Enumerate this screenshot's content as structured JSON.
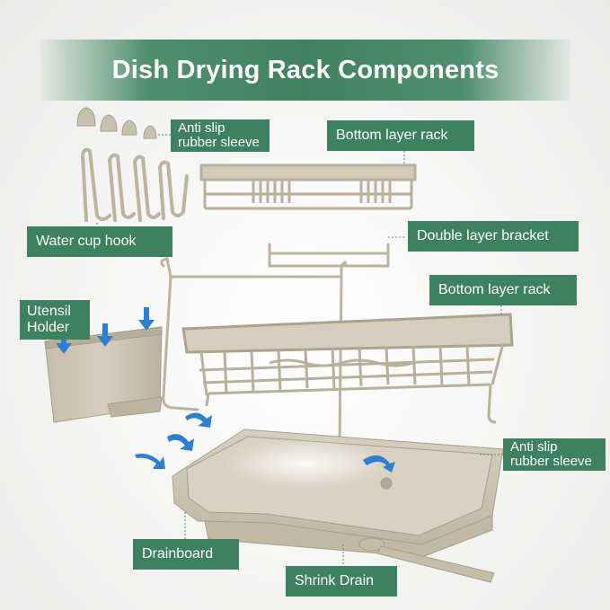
{
  "title": "Dish Drying Rack Components",
  "labels": {
    "anti_slip_top": [
      "Anti slip",
      "rubber sleeve"
    ],
    "bottom_rack_top": "Bottom layer rack",
    "water_cup_hook": "Water cup hook",
    "double_bracket": "Double layer bracket",
    "bottom_rack_mid": "Bottom layer rack",
    "utensil_holder": [
      "Utensil",
      "Holder"
    ],
    "anti_slip_right": [
      "Anti slip",
      "rubber sleeve"
    ],
    "drainboard": "Drainboard",
    "shrink_drain": "Shrink Drain"
  },
  "colors": {
    "accent": "#3e8160",
    "product": "#cfc6b3",
    "product_stroke": "#a89f8b",
    "arrow": "#2f7fd1"
  },
  "icons": [
    "rubber-sleeve-icon",
    "cup-hook-icon",
    "arrow-icon"
  ]
}
